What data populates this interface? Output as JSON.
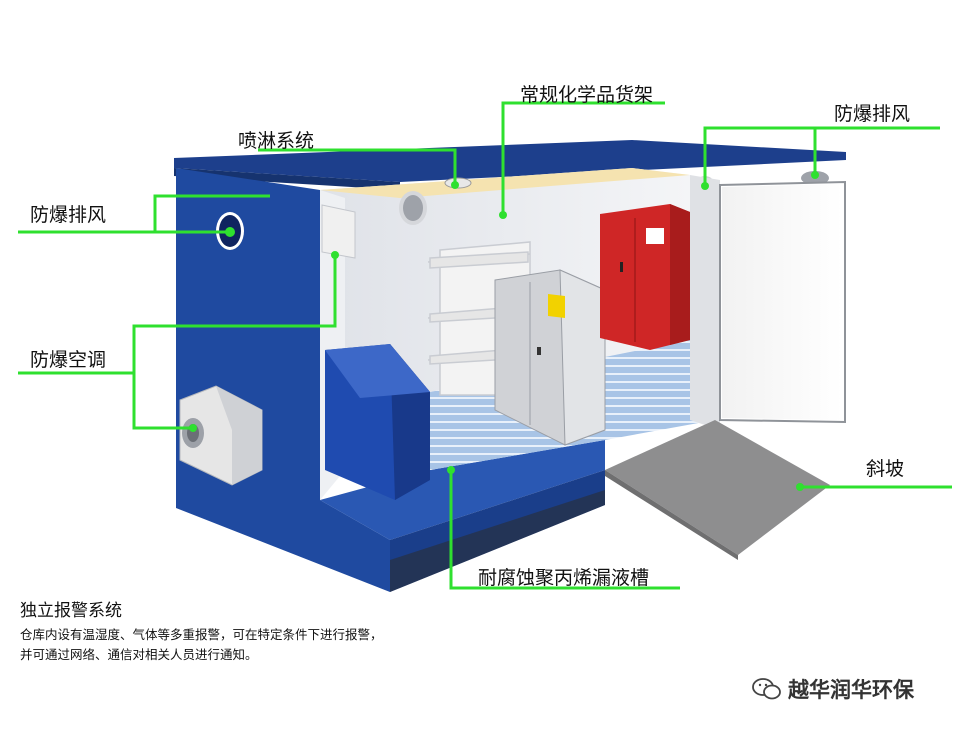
{
  "labels": {
    "shelf": "常规化学品货架",
    "spray": "喷淋系统",
    "exhaust_left": "防爆排风",
    "exhaust_right": "防爆排风",
    "ac": "防爆空调",
    "ramp": "斜坡",
    "trough": "耐腐蚀聚丙烯漏液槽"
  },
  "note": {
    "title": "独立报警系统",
    "lines": [
      "仓库内设有温湿度、气体等多重报警，可在特定条件下进行报警，",
      "并可通过网络、通信对相关人员进行通知。"
    ]
  },
  "watermark": {
    "icon": "wechat-icon",
    "text": "越华润华环保"
  },
  "colors": {
    "wall_blue": "#1f4aa0",
    "roof_blue": "#1d3f8c",
    "leader_green": "#2fe02f",
    "cabinet_red": "#d42a2a"
  }
}
